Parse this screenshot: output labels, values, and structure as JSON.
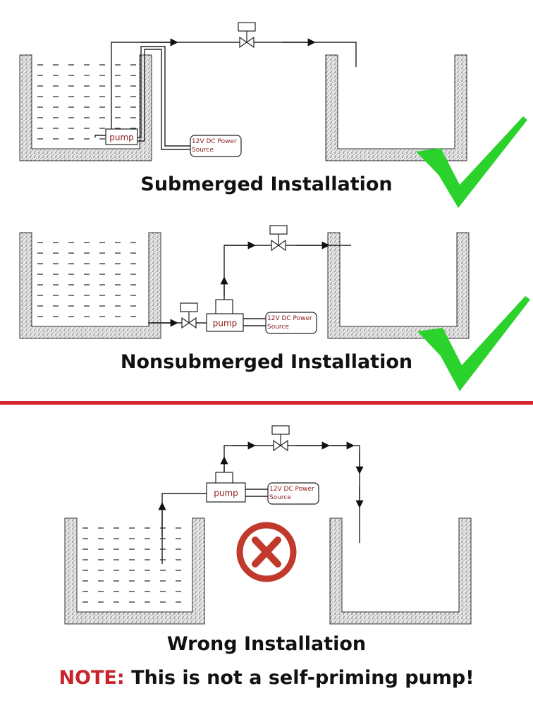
{
  "panels": [
    {
      "caption": "Submerged Installation",
      "status": "correct"
    },
    {
      "caption": "Nonsubmerged Installation",
      "status": "correct"
    },
    {
      "caption": "Wrong Installation",
      "status": "wrong"
    }
  ],
  "labels": {
    "pump": "pump",
    "power_line1": "12V DC Power",
    "power_line2": "Source"
  },
  "note": {
    "prefix": "NOTE:",
    "text": " This is not a self-priming pump!"
  },
  "colors": {
    "check": "#2bd22b",
    "divider": "#d4262c",
    "wrong": "#c0392b",
    "label_text": "#8b1a1a",
    "note_red": "#c8242b"
  }
}
